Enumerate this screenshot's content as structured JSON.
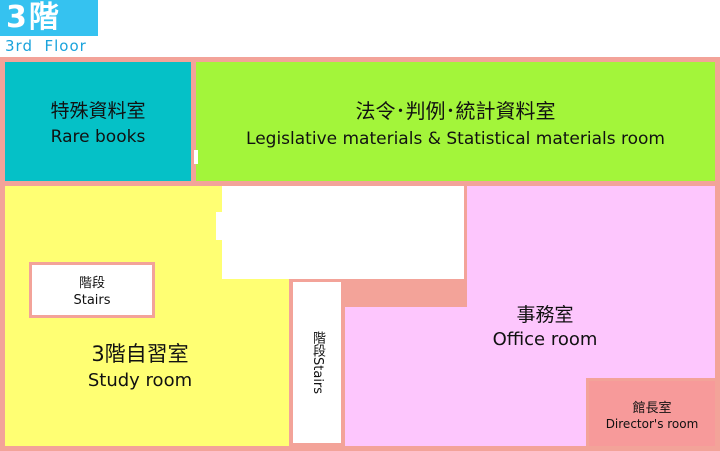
{
  "floor": {
    "title": "3階",
    "subtitle": "3rd  Floor"
  },
  "rooms": {
    "rare_books": {
      "ja": "特殊資料室",
      "en": "Rare books"
    },
    "legislative": {
      "ja": "法令･判例･統計資料室",
      "en": "Legislative materials & Statistical materials room"
    },
    "stairs_left": {
      "ja": "階段",
      "en": "Stairs"
    },
    "study_room": {
      "ja": "3階自習室",
      "en": "Study room"
    },
    "stairs_center": {
      "ja": "階段",
      "en": "Stairs"
    },
    "office_room": {
      "ja": "事務室",
      "en": "Office room"
    },
    "director_room": {
      "ja": "館長室",
      "en": "Director's room"
    }
  },
  "colors": {
    "wall": "#f3a399",
    "rare_books": "#05c1c7",
    "legislative": "#a3f53a",
    "study_room": "#ffff73",
    "office_room": "#fdc6fd",
    "director_room": "#f79a9a",
    "title_badge": "#35c2f0"
  }
}
